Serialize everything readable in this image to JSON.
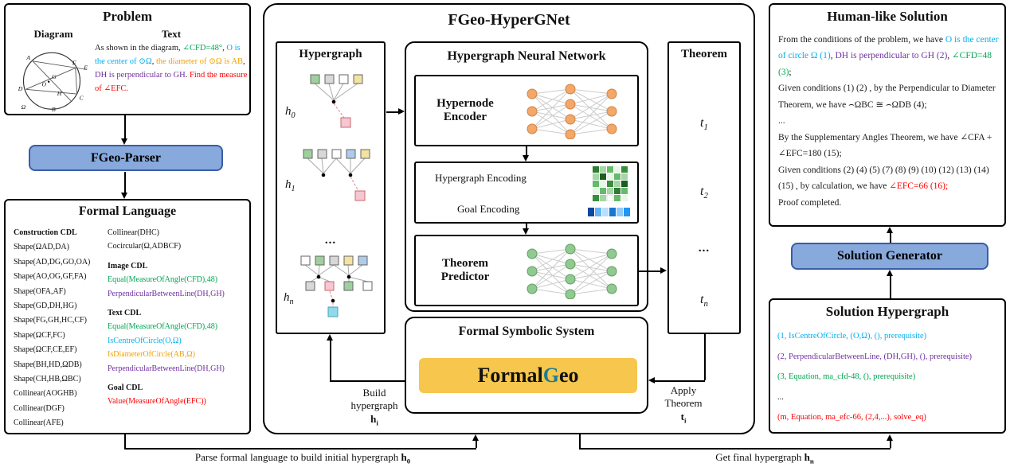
{
  "colors": {
    "cyan": "#00b0f0",
    "green": "#00a651",
    "orange": "#f2a100",
    "purple": "#7030a0",
    "red": "#ff0000",
    "button_fill": "#87a9dc",
    "logo_fill": "#f6c64d",
    "logo_g_teal": "#1b7e8f",
    "encoder_network": "#f2a76b",
    "predictor_network": "#92c992"
  },
  "problem": {
    "title": "Problem",
    "diagram_label": "Diagram",
    "text_label": "Text",
    "diagram_points": {
      "A": "A",
      "E": "E",
      "F": "F",
      "G": "G",
      "O": "O",
      "D": "D",
      "H": "H",
      "C": "C",
      "B": "B",
      "omega": "Ω"
    },
    "statement": [
      {
        "text": "As shown in the diagram, ",
        "color": "#1a1a1a"
      },
      {
        "text": "∠CFD=48°",
        "color": "#00a651"
      },
      {
        "text": ", ",
        "color": "#1a1a1a"
      },
      {
        "text": "O is the center of ⊙Ω",
        "color": "#00b0f0"
      },
      {
        "text": ", ",
        "color": "#1a1a1a"
      },
      {
        "text": "the diameter of ⊙Ω is AB",
        "color": "#f2a100"
      },
      {
        "text": ", ",
        "color": "#1a1a1a"
      },
      {
        "text": "DH is perpendicular to GH",
        "color": "#7030a0"
      },
      {
        "text": ". ",
        "color": "#1a1a1a"
      },
      {
        "text": "Find the measure of ∠EFC.",
        "color": "#ff0000"
      }
    ]
  },
  "parser_button": {
    "label": "FGeo-Parser"
  },
  "formal_language": {
    "title": "Formal Language",
    "left_column": [
      {
        "text": "Construction CDL",
        "cls": "hdr"
      },
      {
        "text": "Shape(ΩAD,DA)"
      },
      {
        "text": "Shape(AD,DG,GO,OA)"
      },
      {
        "text": "Shape(AO,OG,GF,FA)"
      },
      {
        "text": "Shape(OFA,AF)"
      },
      {
        "text": "Shape(GD,DH,HG)"
      },
      {
        "text": "Shape(FG,GH,HC,CF)"
      },
      {
        "text": "Shape(ΩCF,FC)"
      },
      {
        "text": "Shape(ΩCF,CE,EF)"
      },
      {
        "text": "Shape(BH,HD,ΩDB)"
      },
      {
        "text": "Shape(CH,HB,ΩBC)"
      },
      {
        "text": "Collinear(AOGHB)"
      },
      {
        "text": "Collinear(DGF)"
      },
      {
        "text": "Collinear(AFE)"
      }
    ],
    "right_column": [
      {
        "text": "Collinear(DHC)"
      },
      {
        "text": "Cocircular(Ω,ADBCF)"
      },
      {
        "text": "",
        "cls": "gap"
      },
      {
        "text": "Image CDL",
        "cls": "hdr"
      },
      {
        "text": "Equal(MeasureOfAngle(CFD),48)",
        "color": "#00a651"
      },
      {
        "text": "PerpendicularBetweenLine(DH,GH)",
        "color": "#7030a0"
      },
      {
        "text": "",
        "cls": "gap"
      },
      {
        "text": "Text CDL",
        "cls": "hdr"
      },
      {
        "text": "Equal(MeasureOfAngle(CFD),48)",
        "color": "#00a651"
      },
      {
        "text": "IsCentreOfCircle(O,Ω)",
        "color": "#00b0f0"
      },
      {
        "text": "IsDiameterOfCircle(AB,Ω)",
        "color": "#f2a100"
      },
      {
        "text": "PerpendicularBetweenLine(DH,GH)",
        "color": "#7030a0"
      },
      {
        "text": "",
        "cls": "gap"
      },
      {
        "text": "Goal CDL",
        "cls": "hdr"
      },
      {
        "text": "Value(MeasureOfAngle(EFC))",
        "color": "#ff0000"
      }
    ]
  },
  "hypergnet": {
    "title": "FGeo-HyperGNet",
    "hypergraph_panel": {
      "title": "Hypergraph",
      "h0": {
        "base": "h",
        "sub": "0"
      },
      "h1": {
        "base": "h",
        "sub": "1"
      },
      "hn": {
        "base": "h",
        "sub": "n"
      },
      "ellipsis": "..."
    },
    "hnn": {
      "title": "Hypergraph Neural Network",
      "encoder_label": "Hypernode Encoder",
      "hypergraph_encoding_label": "Hypergraph Encoding",
      "goal_encoding_label": "Goal Encoding",
      "predictor_label": "Theorem Predictor"
    },
    "theorem_panel": {
      "title": "Theorem",
      "t1": {
        "base": "t",
        "sub": "1"
      },
      "t2": {
        "base": "t",
        "sub": "2"
      },
      "tn": {
        "base": "t",
        "sub": "n"
      },
      "ellipsis": "..."
    },
    "fss": {
      "title": "Formal Symbolic System",
      "logo_part1": "Formal",
      "logo_part2": "G",
      "logo_part3": "eo"
    },
    "build_label": {
      "line1": "Build",
      "line2": "hypergraph",
      "var_base": "h",
      "var_sub": "i"
    },
    "apply_label": {
      "line1": "Apply",
      "line2": "Theorem",
      "var_base": "t",
      "var_sub": "i"
    }
  },
  "human_solution": {
    "title": "Human-like Solution",
    "p1": [
      {
        "text": "From the conditions of the problem, we have ",
        "color": "#1a1a1a"
      },
      {
        "text": "O is the center of circle Ω (1)",
        "color": "#00b0f0"
      },
      {
        "text": ", ",
        "color": "#1a1a1a"
      },
      {
        "text": "DH is perpendicular to GH (2)",
        "color": "#7030a0"
      },
      {
        "text": ", ",
        "color": "#1a1a1a"
      },
      {
        "text": "∠CFD=48 (3)",
        "color": "#00a651"
      },
      {
        "text": ";",
        "color": "#1a1a1a"
      }
    ],
    "p2": [
      {
        "text": "Given conditions (1) (2) , by the Perpendicular to Diameter Theorem, we have ",
        "color": "#1a1a1a"
      },
      {
        "text": "⌢ΩBC ≅ ⌢ΩDB (4);",
        "color": "#1a1a1a"
      }
    ],
    "p3": [
      {
        "text": "...",
        "color": "#1a1a1a"
      }
    ],
    "p4": [
      {
        "text": "By the Supplementary Angles Theorem, we have ",
        "color": "#1a1a1a"
      },
      {
        "text": "∠CFA + ∠EFC=180 (15);",
        "color": "#1a1a1a"
      }
    ],
    "p5": [
      {
        "text": "Given conditions (2) (4) (5) (7) (8) (9) (10) (12) (13) (14) (15) , by calculation, we have ",
        "color": "#1a1a1a"
      },
      {
        "text": "∠EFC=66 (16);",
        "color": "#ff0000"
      }
    ],
    "p6": [
      {
        "text": "Proof completed.",
        "color": "#1a1a1a"
      }
    ]
  },
  "generator_button": {
    "label": "Solution Generator"
  },
  "solution_hypergraph": {
    "title": "Solution Hypergraph",
    "lines": [
      {
        "text": "(1, IsCentreOfCircle, (O,Ω), (), prerequisite)",
        "color": "#00b0f0"
      },
      {
        "text": "(2, PerpendicularBetweenLine, (DH,GH), (), prerequisite)",
        "color": "#7030a0"
      },
      {
        "text": "(3, Equation, ma_cfd-48, (), prerequisite)",
        "color": "#00a651"
      },
      {
        "text": "...",
        "color": "#1a1a1a"
      },
      {
        "text": "(m, Equation, ma_efc-66, (2,4,...), solve_eq)",
        "color": "#ff0000"
      }
    ]
  },
  "bottom": {
    "parse_label": "Parse formal language to build initial hypergraph",
    "parse_var_base": "h",
    "parse_var_sub": "0",
    "get_label": "Get final hypergraph",
    "get_var_base": "h",
    "get_var_sub": "n"
  }
}
